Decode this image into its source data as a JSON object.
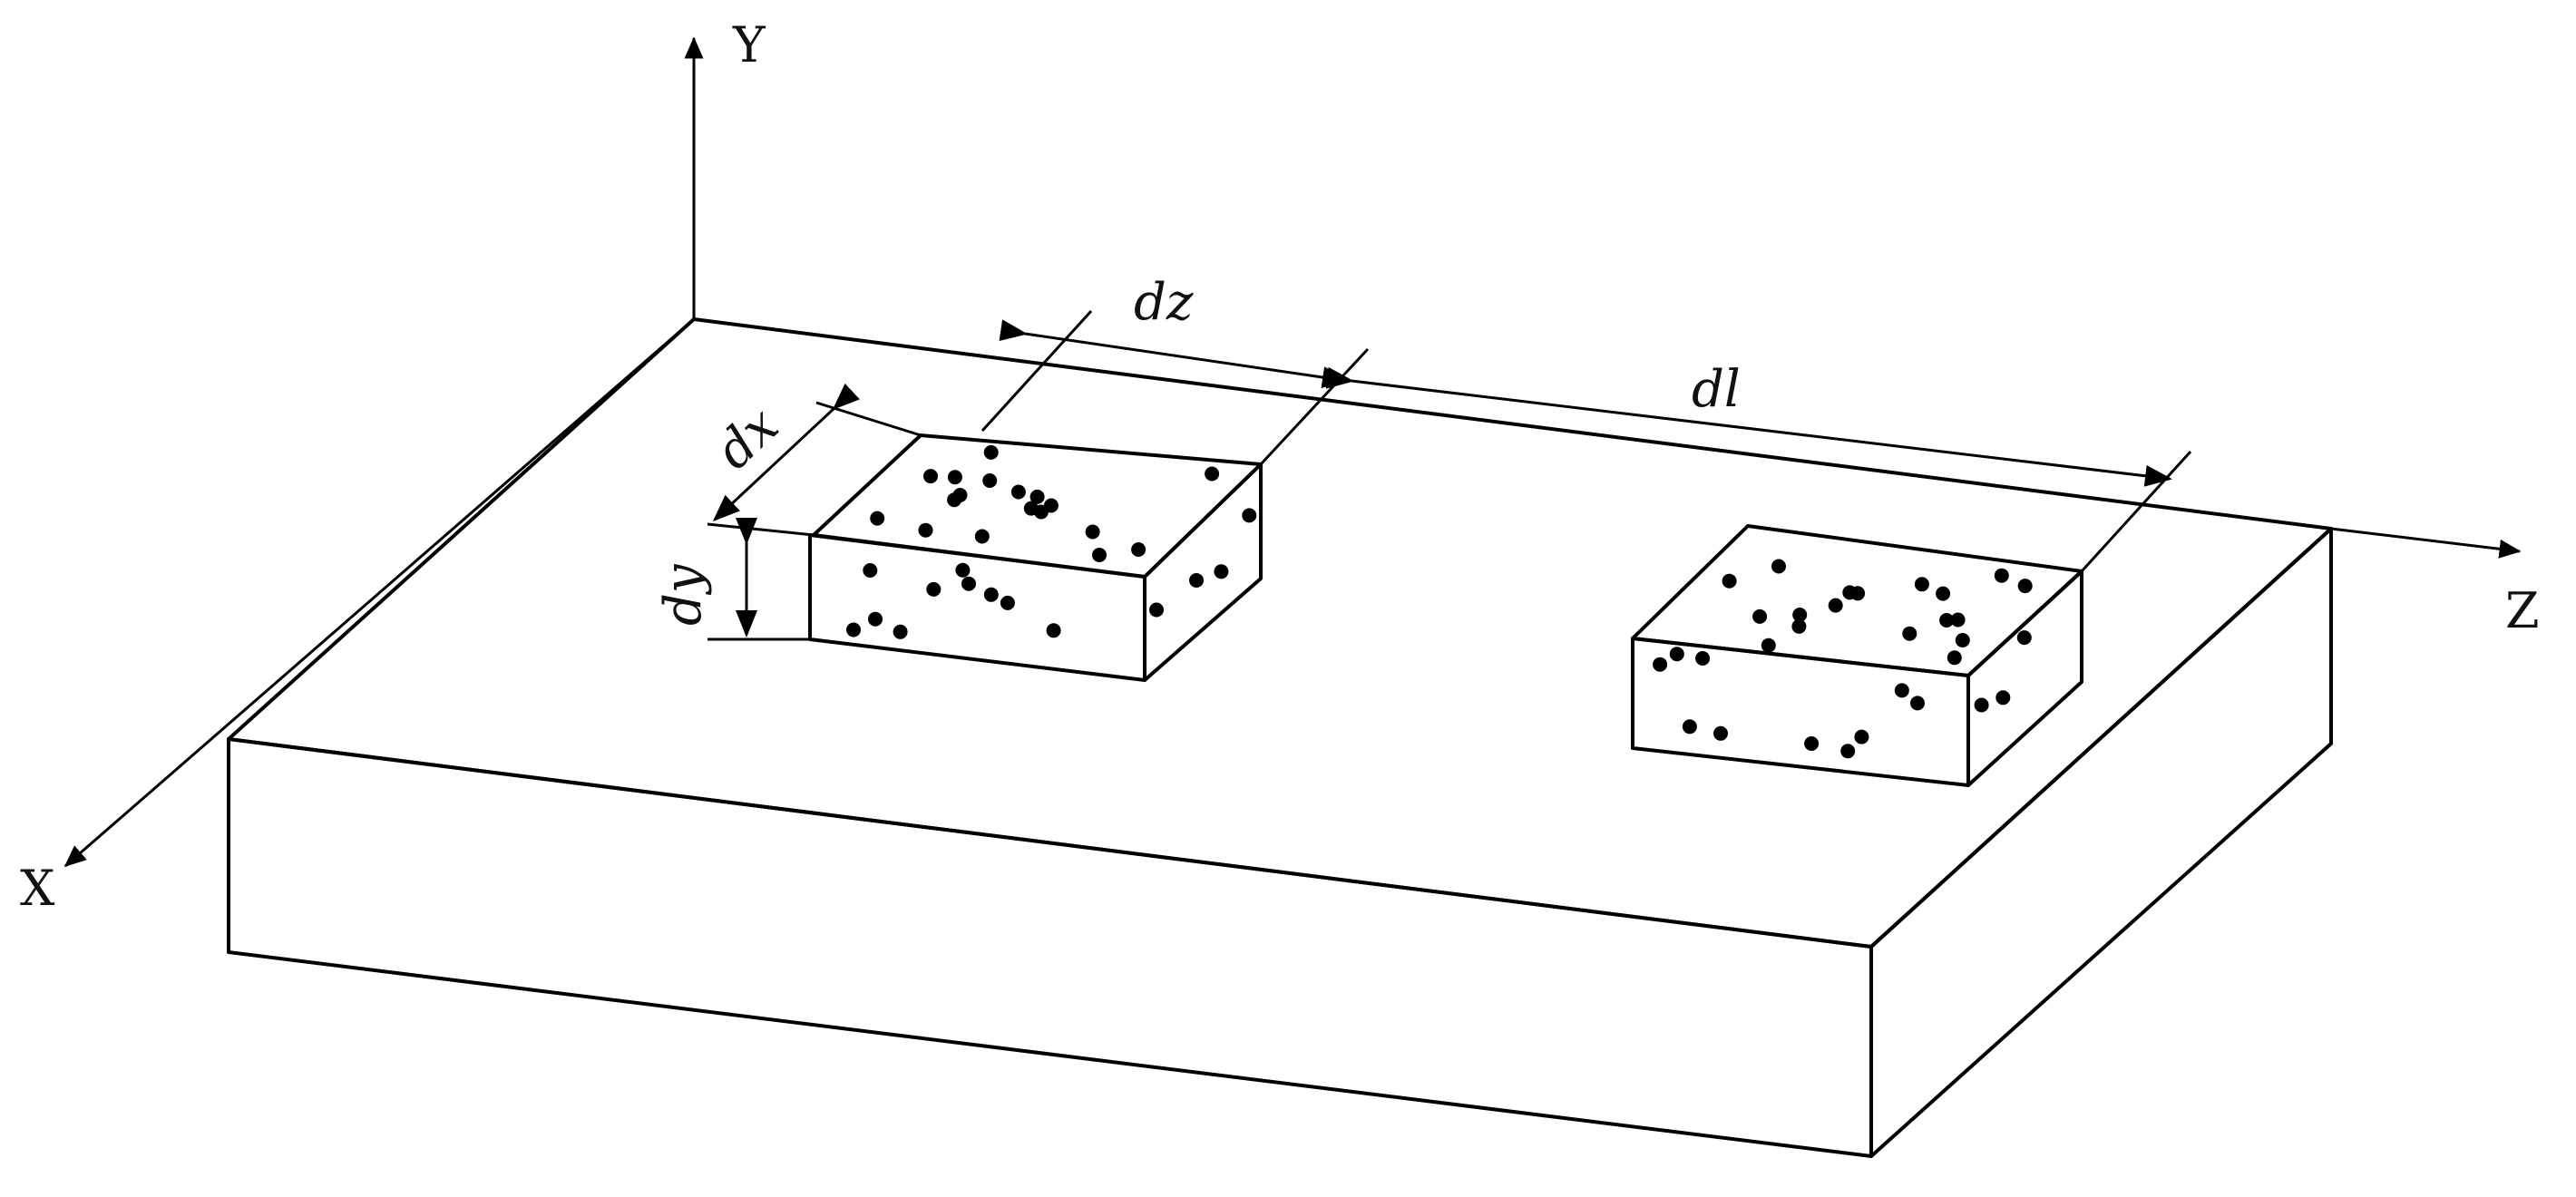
{
  "axes": {
    "y": "Y",
    "z": "Z",
    "x": "X"
  },
  "dimensions": {
    "dz": "dz",
    "dl": "dl",
    "dx": "dx",
    "dy": "dy"
  },
  "colors": {
    "slab_top": "#dfe1ee",
    "slab_front": "#e6e8f2",
    "slab_side": "#e9ebf4",
    "block_face": "#ffffc0",
    "block_top": "#ffff9e",
    "block_side": "#ffff9a",
    "dots": "#000000"
  }
}
